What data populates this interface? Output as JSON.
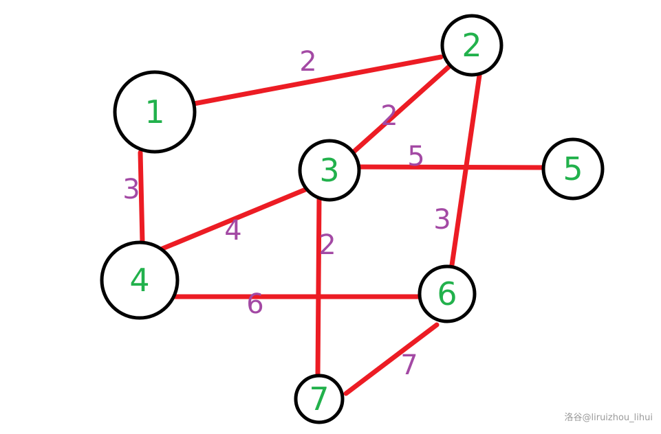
{
  "nodes": [
    {
      "id": "1",
      "label": "1"
    },
    {
      "id": "2",
      "label": "2"
    },
    {
      "id": "3",
      "label": "3"
    },
    {
      "id": "4",
      "label": "4"
    },
    {
      "id": "5",
      "label": "5"
    },
    {
      "id": "6",
      "label": "6"
    },
    {
      "id": "7",
      "label": "7"
    }
  ],
  "edges": [
    {
      "from": "1",
      "to": "2",
      "weight": "2"
    },
    {
      "from": "1",
      "to": "4",
      "weight": "3"
    },
    {
      "from": "2",
      "to": "3",
      "weight": "2"
    },
    {
      "from": "2",
      "to": "6",
      "weight": "3"
    },
    {
      "from": "3",
      "to": "5",
      "weight": "5"
    },
    {
      "from": "3",
      "to": "4",
      "weight": "4"
    },
    {
      "from": "3",
      "to": "7",
      "weight": "2"
    },
    {
      "from": "4",
      "to": "6",
      "weight": "6"
    },
    {
      "from": "6",
      "to": "7",
      "weight": "7"
    }
  ],
  "colors": {
    "edge": "#ec1c24",
    "node_outline": "#000000",
    "node_label": "#22b14c",
    "weight_label": "#a349a4"
  },
  "watermark": "洛谷@liruizhou_lihui"
}
